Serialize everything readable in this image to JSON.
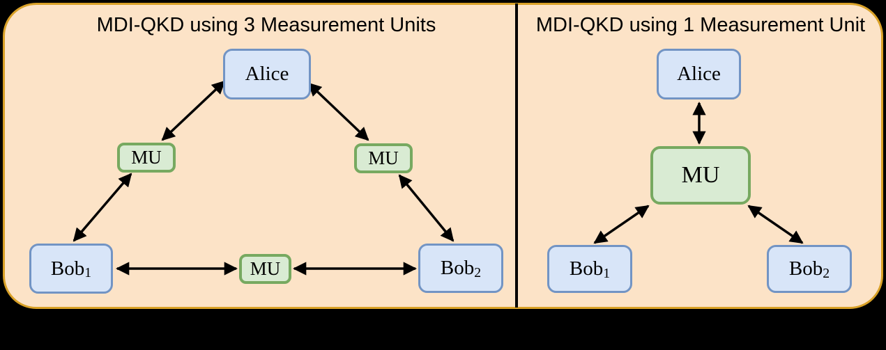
{
  "figure": {
    "left_panel": {
      "title": "MDI-QKD using 3 Measurement Units",
      "nodes": {
        "alice": {
          "label": "Alice"
        },
        "mu_upper_left": {
          "label": "MU"
        },
        "mu_upper_right": {
          "label": "MU"
        },
        "mu_bottom": {
          "label": "MU"
        },
        "bob1": {
          "label": "Bob",
          "subscript": "1"
        },
        "bob2": {
          "label": "Bob",
          "subscript": "2"
        }
      },
      "edges": [
        {
          "from": "Alice",
          "to": "MU (upper left)",
          "bidirectional": true
        },
        {
          "from": "Alice",
          "to": "MU (upper right)",
          "bidirectional": true
        },
        {
          "from": "Bob1",
          "to": "MU (upper left)",
          "bidirectional": true
        },
        {
          "from": "Bob2",
          "to": "MU (upper right)",
          "bidirectional": true
        },
        {
          "from": "Bob1",
          "to": "MU (bottom)",
          "bidirectional": true
        },
        {
          "from": "Bob2",
          "to": "MU (bottom)",
          "bidirectional": true
        }
      ]
    },
    "right_panel": {
      "title": "MDI-QKD using 1 Measurement Unit",
      "nodes": {
        "alice": {
          "label": "Alice"
        },
        "mu": {
          "label": "MU"
        },
        "bob1": {
          "label": "Bob",
          "subscript": "1"
        },
        "bob2": {
          "label": "Bob",
          "subscript": "2"
        }
      },
      "edges": [
        {
          "from": "Alice",
          "to": "MU",
          "bidirectional": true
        },
        {
          "from": "Bob1",
          "to": "MU",
          "bidirectional": true
        },
        {
          "from": "Bob2",
          "to": "MU",
          "bidirectional": true
        }
      ]
    },
    "colors": {
      "background": "#000000",
      "panel_fill": "#FCE3C7",
      "panel_border": "#D9A127",
      "party_fill": "#D8E5F8",
      "party_border": "#7294C4",
      "mu_fill": "#D9EBD3",
      "mu_border": "#77A960",
      "arrow": "#000000",
      "divider": "#000000"
    }
  }
}
